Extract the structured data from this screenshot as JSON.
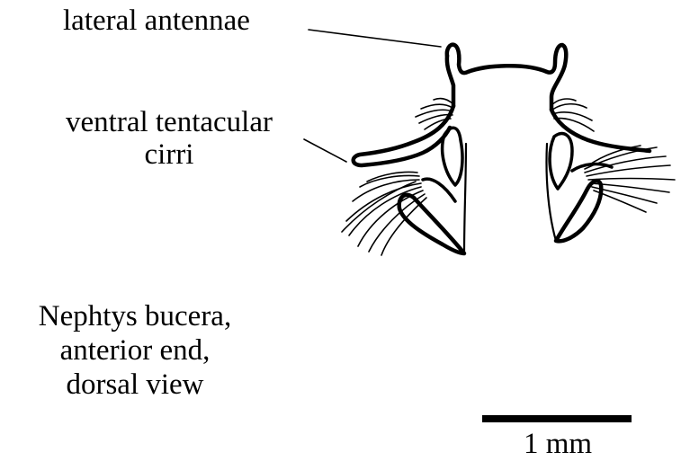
{
  "labels": {
    "lateral_antennae": "lateral antennae",
    "ventral_tentacular_cirri_line1": "ventral tentacular",
    "ventral_tentacular_cirri_line2": "cirri"
  },
  "caption": {
    "line1": "Nephtys bucera,",
    "line2": "anterior end,",
    "line3": "dorsal view"
  },
  "scale_bar": {
    "label": "1 mm",
    "length_mm": 1
  },
  "colors": {
    "ink": "#000000",
    "background": "#ffffff"
  }
}
